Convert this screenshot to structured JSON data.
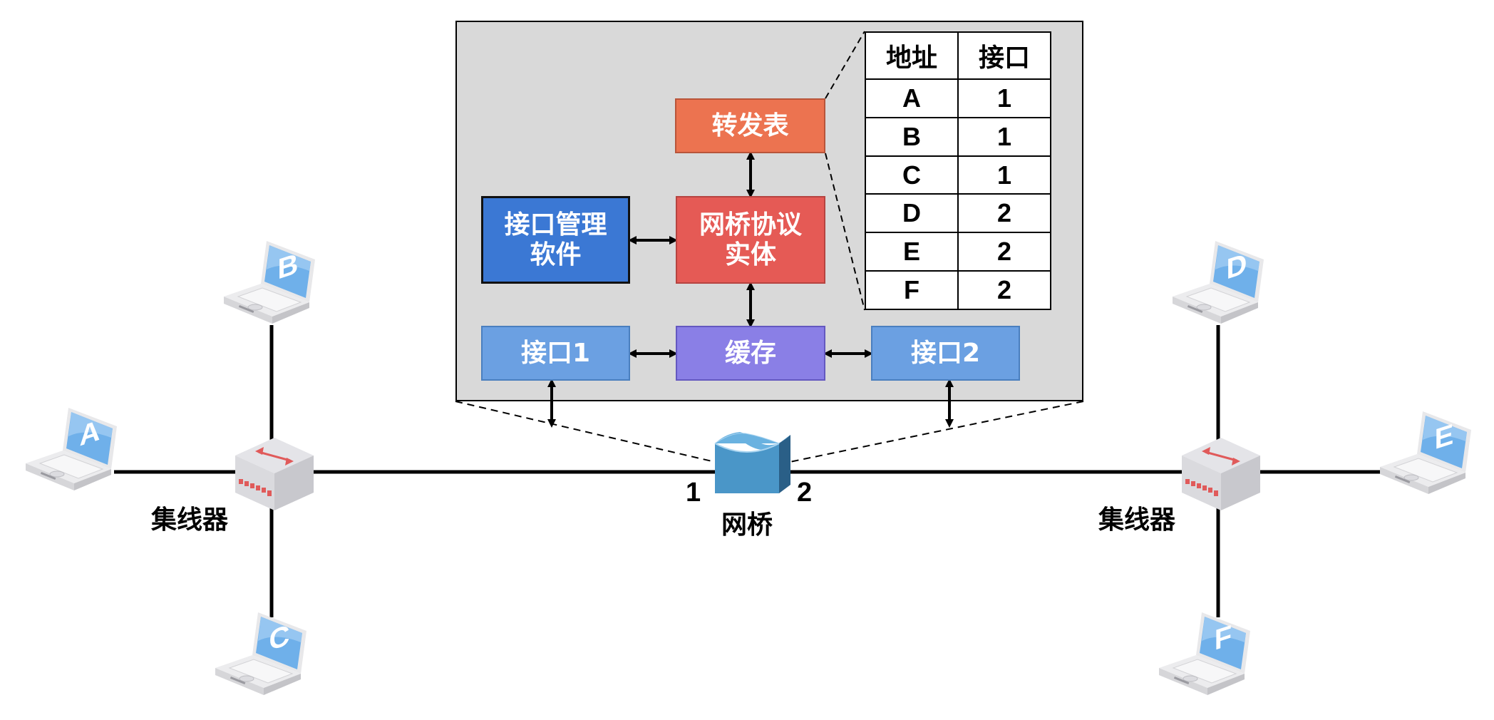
{
  "bridge_detail": {
    "forwarding_table_box": "转发表",
    "interface_mgmt_box": [
      "接口管理",
      "软件"
    ],
    "protocol_entity_box": [
      "网桥协议",
      "实体"
    ],
    "interface1_box": "接口1",
    "buffer_box": "缓存",
    "interface2_box": "接口2"
  },
  "forwarding_table": {
    "headers": [
      "地址",
      "接口"
    ],
    "rows": [
      {
        "address": "A",
        "interface": "1"
      },
      {
        "address": "B",
        "interface": "1"
      },
      {
        "address": "C",
        "interface": "1"
      },
      {
        "address": "D",
        "interface": "2"
      },
      {
        "address": "E",
        "interface": "2"
      },
      {
        "address": "F",
        "interface": "2"
      }
    ]
  },
  "network": {
    "bridge_label": "网桥",
    "bridge_port_left": "1",
    "bridge_port_right": "2",
    "hub_left_label": "集线器",
    "hub_right_label": "集线器",
    "hosts": [
      "A",
      "B",
      "C",
      "D",
      "E",
      "F"
    ]
  },
  "colors": {
    "panel_bg": "#d9d9d9",
    "forwarding_table_box": "#ec7350",
    "interface_mgmt_box": "#3b78d4",
    "protocol_entity_box": "#e55a55",
    "interface_box": "#6ba0e2",
    "buffer_box": "#8a7fe6",
    "laptop_screen": "#6fb0ea",
    "bridge_icon": "#4a96c8",
    "hub_arrow": "#e05a5a"
  }
}
